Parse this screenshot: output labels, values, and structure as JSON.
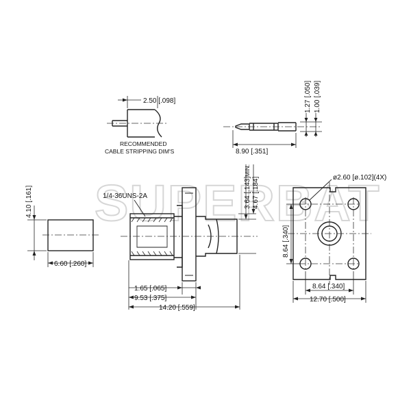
{
  "watermark": "SUPERBAT",
  "cable_strip": {
    "dim_label": "2.50 [.098]",
    "caption_line1": "RECOMMENDED",
    "caption_line2": "CABLE STRIPPING DIM'S"
  },
  "pin": {
    "length_label": "8.90 [.351]",
    "dia_outer_label": "1.27 [.050]",
    "dia_inner_label": "1.00 [.039]"
  },
  "ferrule": {
    "diameter_label": "4.10 [.161]",
    "length_label": "6.60 [.260]"
  },
  "connector_side": {
    "thread_label": "1/4-36UNS-2A",
    "flange_thick_label": "1.65 [.065]",
    "body_len_label": "9.53 [.375]",
    "overall_len_label": "14.20 [.559]",
    "tail_dia1_label": "3.64 [.143]",
    "tail_dia1_suffix": "MIN.",
    "tail_dia2_label": "4.67 [.184]"
  },
  "flange_front": {
    "hole_label": "ø2.60 [ø.102](4X)",
    "hole_spacing_v_label": "8.64 [.340]",
    "hole_spacing_h_label": "8.64 [.340]",
    "width_label": "12.70 [.500]"
  }
}
